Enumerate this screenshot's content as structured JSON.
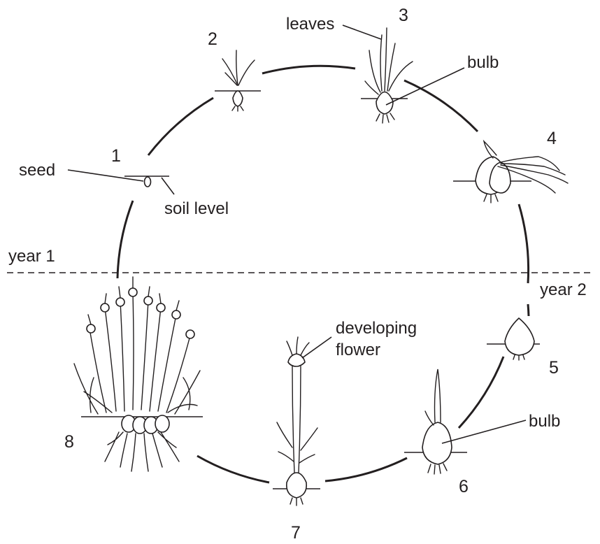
{
  "labels": {
    "leaves": "leaves",
    "bulb_top": "bulb",
    "seed": "seed",
    "soil_level": "soil level",
    "year1": "year 1",
    "year2": "year 2",
    "developing_flower_line1": "developing",
    "developing_flower_line2": "flower",
    "bulb_bottom": "bulb"
  },
  "stages": [
    "1",
    "2",
    "3",
    "4",
    "5",
    "6",
    "7",
    "8"
  ],
  "colors": {
    "ink": "#231f20",
    "background": "#ffffff"
  }
}
